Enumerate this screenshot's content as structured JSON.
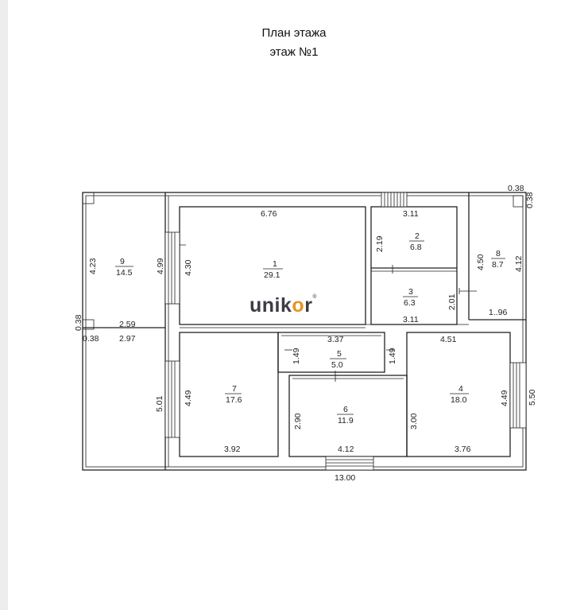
{
  "header": {
    "title": "План этажа",
    "subtitle": "этаж №1"
  },
  "watermark": {
    "text_start": "unik",
    "text_o": "o",
    "text_end": "r",
    "mark": "®",
    "accent": "#e8931e"
  },
  "rooms": [
    {
      "num": "1",
      "area": "29.1"
    },
    {
      "num": "2",
      "area": "6.8"
    },
    {
      "num": "3",
      "area": "6.3"
    },
    {
      "num": "4",
      "area": "18.0"
    },
    {
      "num": "5",
      "area": "5.0"
    },
    {
      "num": "6",
      "area": "11.9"
    },
    {
      "num": "7",
      "area": "17.6"
    },
    {
      "num": "8",
      "area": "8.7"
    },
    {
      "num": "9",
      "area": "14.5"
    }
  ],
  "dims": {
    "r1_top": "6.76",
    "r1_side": "4.30",
    "r2_top": "3.11",
    "r2_side": "2.19",
    "r3_bottom": "3.11",
    "r3_side": "2.01",
    "r5_top": "3.37",
    "r5_left": "1.49",
    "r5_right": "1.49",
    "r4_top": "4.51",
    "r4_left": "3.00",
    "r4_right": "4.49",
    "r4_bottom": "3.76",
    "r6_bottom": "4.12",
    "r6_side": "2.90",
    "r7_left": "4.49",
    "r7_bottom": "3.92",
    "r8_side": "4.50",
    "r8_right": "4.12",
    "r8_bottom": "1..96",
    "r9_left": "4.23",
    "r9_right": "4.99",
    "r9_bottom": "2.59",
    "r9_small": "0.38",
    "outer_left": "5.01",
    "outer_right": "5.50",
    "outer_bottom": "13.00",
    "outer_lower": "2.97",
    "outer_lower_small": "0.38",
    "corner_top": "0.38",
    "corner_side": "0.38"
  }
}
